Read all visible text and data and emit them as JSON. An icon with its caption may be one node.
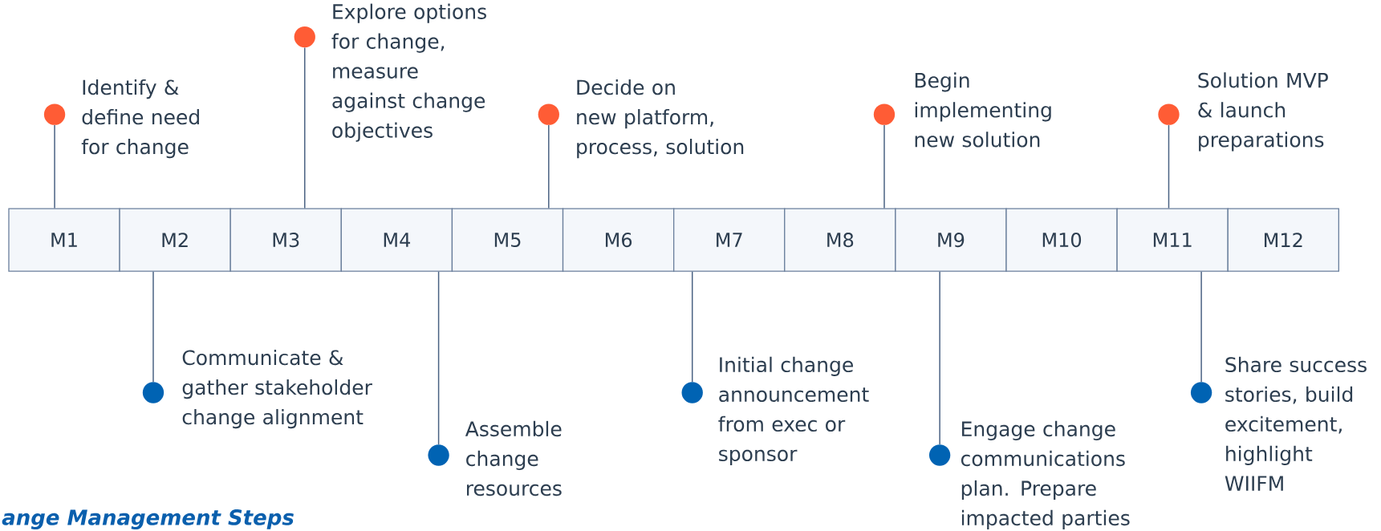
{
  "diagram": {
    "title": "ange Management Steps",
    "nodes": [
      {
        "text": [
          "M1"
        ]
      },
      {
        "text": [
          "M2"
        ]
      },
      {
        "text": [
          "M3"
        ]
      },
      {
        "text": [
          "M4"
        ]
      },
      {
        "text": [
          "M5"
        ]
      },
      {
        "text": [
          "M6"
        ]
      },
      {
        "text": [
          "M7"
        ]
      },
      {
        "text": [
          "M8"
        ]
      },
      {
        "text": [
          "M9"
        ]
      },
      {
        "text": [
          "M10"
        ]
      },
      {
        "text": [
          "M11"
        ]
      },
      {
        "text": [
          "M12"
        ]
      },
      {
        "text": [],
        "shape": "circle",
        "beside": [
          "Identify & define need for change"
        ]
      },
      {
        "text": [],
        "shape": "circle",
        "beside": [
          "Communicate & gather stakeholder change alignment"
        ]
      },
      {
        "text": [],
        "shape": "circle",
        "beside": [
          "Explore options for change, measure against change objectives"
        ]
      },
      {
        "text": [],
        "shape": "circle",
        "beside": [
          "Assemble change resources"
        ]
      },
      {
        "text": [],
        "shape": "circle",
        "beside": [
          "Decide on new platform, process, solution"
        ]
      },
      {
        "text": [],
        "shape": "circle",
        "beside": [
          "Initial change announcement from exec or sponsor"
        ]
      },
      {
        "text": [],
        "shape": "circle",
        "beside": [
          "Begin implementing new solution"
        ]
      },
      {
        "text": [],
        "shape": "circle",
        "beside": [
          "Engage change communications plan. Prepare impacted parties"
        ]
      },
      {
        "text": [],
        "shape": "circle",
        "beside": [
          "Solution MVP & launch preparations"
        ]
      },
      {
        "text": [],
        "shape": "circle",
        "beside": [
          "Share success stories, build excitement, highlight WIIFM"
        ]
      }
    ],
    "edges": [
      {
        "from": 0,
        "to": 12,
        "arrow": "none"
      },
      {
        "from": 1,
        "to": 13,
        "arrow": "none"
      },
      {
        "from": 2,
        "to": 14,
        "arrow": "none"
      },
      {
        "from": 3,
        "to": 15,
        "arrow": "none"
      },
      {
        "from": 4,
        "to": 16,
        "arrow": "none"
      },
      {
        "from": 6,
        "to": 17,
        "arrow": "none"
      },
      {
        "from": 7,
        "to": 18,
        "arrow": "none"
      },
      {
        "from": 8,
        "to": 19,
        "arrow": "none"
      },
      {
        "from": 10,
        "to": 20,
        "arrow": "none"
      },
      {
        "from": 10,
        "to": 21,
        "arrow": "none"
      }
    ]
  }
}
